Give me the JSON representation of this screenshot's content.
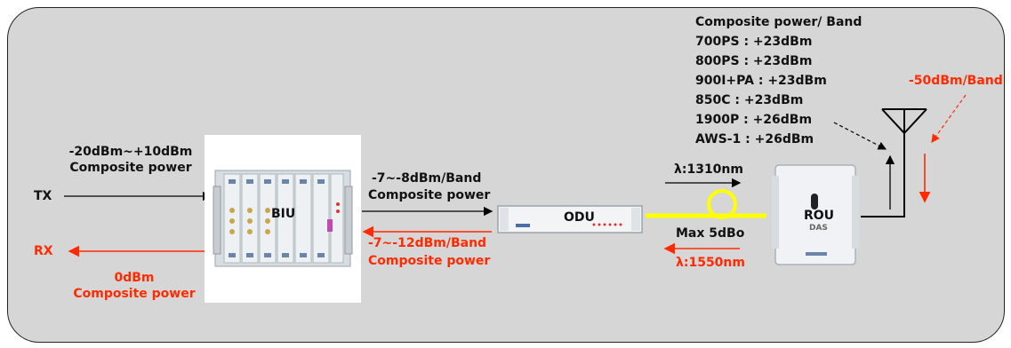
{
  "colors": {
    "frame_bg": "#d6d6d6",
    "accent_red": "#ff2a00",
    "fiber_yellow": "#ffff00"
  },
  "left": {
    "input_range": "-20dBm~+10dBm",
    "input_label": "Composite power",
    "tx": "TX",
    "rx": "RX",
    "output_value": "0dBm",
    "output_label": "Composite power"
  },
  "biu": {
    "name": "BIU"
  },
  "biu_odu": {
    "down_value": "-7~-8dBm/Band",
    "down_label": "Composite power",
    "up_value": "-7~-12dBm/Band",
    "up_label": "Composite power"
  },
  "odu": {
    "name": "ODU"
  },
  "fiber": {
    "down_wavelength": "λ:1310nm",
    "loss": "Max 5dBo",
    "up_wavelength": "λ:1550nm"
  },
  "rou": {
    "name": "ROU",
    "brand": "DAS"
  },
  "antenna": {
    "title": "Composite power/ Band",
    "bands": [
      "700PS : +23dBm",
      "800PS : +23dBm",
      "900I+PA : +23dBm",
      "850C : +23dBm",
      "1900P : +26dBm",
      "AWS-1 : +26dBm"
    ],
    "uplink_level": "-50dBm/Band"
  }
}
